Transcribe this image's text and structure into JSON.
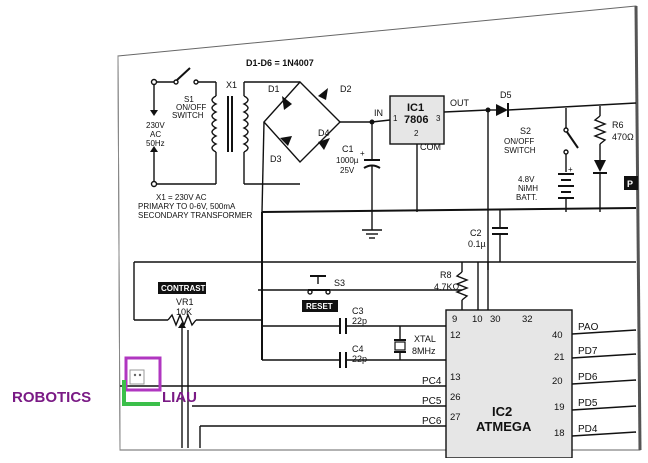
{
  "diagram": {
    "diode_header": "D1-D6 = 1N4007",
    "transformer": {
      "label": "X1",
      "primary": [
        "230V",
        "AC",
        "50Hz"
      ],
      "note": [
        "X1 = 230V AC",
        "PRIMARY TO 0-6V, 500mA",
        "SECONDARY TRANSFORMER"
      ]
    },
    "switch_s1": [
      "S1",
      "ON/OFF",
      "SWITCH"
    ],
    "diodes": [
      "D1",
      "D2",
      "D3",
      "D4",
      "D5"
    ],
    "capacitor_c1": [
      "C1",
      "1000µ",
      "25V"
    ],
    "regulator": {
      "name": "IC1",
      "part": "7806",
      "in": "IN",
      "out": "OUT",
      "gnd": "COM",
      "pin1": "1",
      "pin2": "2",
      "pin3": "3"
    },
    "switch_s2": [
      "S2",
      "ON/OFF",
      "SWITCH"
    ],
    "battery": [
      "4.8V",
      "NiMH",
      "BATT."
    ],
    "resistor_r6": [
      "R6",
      "470Ω"
    ],
    "capacitor_c2": [
      "C2",
      "0.1µ"
    ],
    "resistor_r8": [
      "R8",
      "4.7KΩ"
    ],
    "contrast": {
      "tag": "CONTRAST",
      "name": "VR1",
      "value": "10K"
    },
    "reset": {
      "switch": "S3",
      "tag": "RESET"
    },
    "capacitor_c3": [
      "C3",
      "22p"
    ],
    "capacitor_c4": [
      "C4",
      "22p"
    ],
    "crystal": [
      "XTAL",
      "8MHz"
    ],
    "ic2": {
      "name": "IC2",
      "part": "ATMEGA"
    },
    "ic2_top_pins": [
      "9",
      "10",
      "30",
      "32"
    ],
    "ic2_left_pins": [
      "12",
      "13",
      "26",
      "27"
    ],
    "ic2_right_pins": [
      "40",
      "21",
      "20",
      "19",
      "18"
    ],
    "left_ports": [
      "PC4",
      "PC5",
      "PC6"
    ],
    "right_ports": [
      "PAO",
      "PD7",
      "PD6",
      "PD5",
      "PD4"
    ],
    "edge_label": "P"
  },
  "logo": {
    "left": "ROBOTICS",
    "right": "LIAU",
    "colors": {
      "text": "#7a1a85",
      "square": "#b036c0",
      "bracket": "#3bbf4a"
    }
  }
}
